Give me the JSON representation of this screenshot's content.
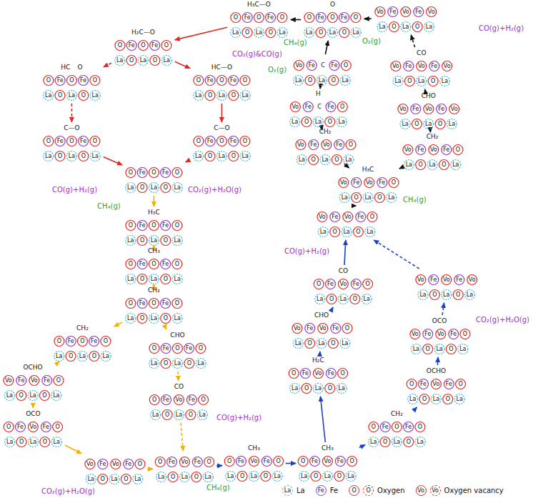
{
  "diagram": {
    "nodes": [
      {
        "text": [
          "H₃C—O",
          "O Fe O Fe O",
          "La O La O La"
        ]
      },
      {
        "text": [
          "H₂C—O",
          "O Fe O Fe O",
          "La O La O La"
        ]
      },
      {
        "text": [
          "HC",
          "O",
          "O Fe O Fe O",
          "La O La O La"
        ]
      },
      {
        "text": [
          "HC—O",
          "O Fe O Fe O",
          "La O La O La"
        ]
      },
      {
        "text": [
          "C—O",
          "O Fe O Fe O",
          "La O La O La"
        ]
      },
      {
        "text": [
          "C—O",
          "O Fe O Fe O",
          "La O La O La"
        ]
      },
      {
        "text": [
          "O Fe O Fe O",
          "La O La O La"
        ]
      },
      {
        "text": [
          "H₃C",
          "O Fe O Fe O",
          "La O La O La"
        ]
      },
      {
        "text": [
          "CH₃",
          "O Fe O Fe O",
          "La O La O La"
        ]
      },
      {
        "text": [
          "CH₂",
          "O Fe O Fe O",
          "La O La O La"
        ]
      },
      {
        "text": [
          "CH₂",
          "O Fe O Fe O",
          "La O La O La"
        ]
      },
      {
        "text": [
          "OCHO",
          "Vo Fe Vo Fe O",
          "La O La O La"
        ]
      },
      {
        "text": [
          "OCO",
          "O Fe Vo Fe O",
          "La O La O La"
        ]
      },
      {
        "text": [
          "Vo Fe Vo Fe O",
          "La O La O La"
        ]
      },
      {
        "text": [
          "CHO",
          "O Fe O Fe O",
          "La O La O La"
        ]
      },
      {
        "text": [
          "CO",
          "O Fe Vo Fe O",
          "La O La O La"
        ]
      },
      {
        "text": [
          "O Fe Vo Fe O",
          "La O La O La"
        ]
      },
      {
        "text": [
          "CH₃",
          "O Fe Vo Fe O",
          "La O La O La"
        ]
      },
      {
        "text": [
          "CH₃",
          "O Fe Vo Fe O",
          "La O La O La"
        ]
      },
      {
        "text": [
          "H₂C",
          "O Fe Vo Fe O",
          "La O La O La"
        ]
      },
      {
        "text": [
          "CHO",
          "Vo Fe Vo Fe O",
          "La O La O La"
        ]
      },
      {
        "text": [
          "CO",
          "O Fe Vo Fe O",
          "La O La O La"
        ]
      },
      {
        "text": [
          "Vo Fe Vo Fe O",
          "La O La O La"
        ]
      },
      {
        "text": [
          "H₃C",
          "Vo Fe Vo Fe O",
          "La O La O La"
        ]
      },
      {
        "text": [
          "CH₂",
          "Vo Fe Vo Fe O",
          "La O La O La"
        ]
      },
      {
        "text": [
          "H",
          "Vo Fe C Fe O",
          "La O La O La"
        ]
      },
      {
        "text": [
          "Vo Fe C Fe O",
          "La O La O La"
        ]
      },
      {
        "text": [
          "O",
          "O Fe O Fe O",
          "La O La O La"
        ]
      },
      {
        "text": [
          "Vo Fe Vo Fe Vo",
          "La O La O La"
        ]
      },
      {
        "text": [
          "CO",
          "Vo Fe Vo Fe Vo",
          "La O La O La"
        ]
      },
      {
        "text": [
          "CHO",
          "Vo Fe Vo Fe Vo",
          "La O La O La"
        ]
      },
      {
        "text": [
          "CH₂",
          "Vo Fe Vo Fe O",
          "La O La O La"
        ]
      },
      {
        "text": [
          "Vo Fe Vo Fe Vo",
          "La O La O La"
        ]
      },
      {
        "text": [
          "OCO",
          "Vo Fe Vo Fe O",
          "La O La O La"
        ]
      },
      {
        "text": [
          "OCHO",
          "O Fe Vo Fe O",
          "La O La O La"
        ]
      },
      {
        "text": [
          "CH₂",
          "O Fe O Fe O",
          "La O La O La"
        ]
      }
    ],
    "edges": [
      {
        "from": 0,
        "to": 1,
        "arrow": "to"
      },
      {
        "from": 1,
        "to": 2,
        "arrow": "to"
      },
      {
        "from": 1,
        "to": 3,
        "arrow": "to"
      },
      {
        "from": 2,
        "to": 4,
        "arrow": "to"
      },
      {
        "from": 3,
        "to": 5,
        "arrow": "to"
      },
      {
        "from": 4,
        "to": 6,
        "arrow": "to"
      },
      {
        "from": 5,
        "to": 6,
        "arrow": "to"
      },
      {
        "from": 6,
        "to": 7,
        "arrow": "to"
      },
      {
        "from": 7,
        "to": 8,
        "arrow": "to"
      },
      {
        "from": 8,
        "to": 9,
        "arrow": "to"
      },
      {
        "from": 9,
        "to": 10,
        "arrow": "to"
      },
      {
        "from": 9,
        "to": 14,
        "arrow": "to"
      },
      {
        "from": 10,
        "to": 11,
        "arrow": "to"
      },
      {
        "from": 11,
        "to": 12,
        "arrow": "to"
      },
      {
        "from": 12,
        "to": 13,
        "arrow": "to"
      },
      {
        "from": 13,
        "to": 16,
        "arrow": "to"
      },
      {
        "from": 14,
        "to": 15,
        "arrow": "to"
      },
      {
        "from": 15,
        "to": 16,
        "arrow": "to"
      },
      {
        "from": 16,
        "to": 17,
        "arrow": "to"
      },
      {
        "from": 17,
        "to": 18,
        "arrow": "to"
      },
      {
        "from": 18,
        "to": 19,
        "arrow": "to"
      },
      {
        "from": 19,
        "to": 20,
        "arrow": "to"
      },
      {
        "from": 20,
        "to": 21,
        "arrow": "to"
      },
      {
        "from": 21,
        "to": 22,
        "arrow": "to"
      },
      {
        "from": 18,
        "to": 35,
        "arrow": "to"
      },
      {
        "from": 35,
        "to": 34,
        "arrow": "to"
      },
      {
        "from": 34,
        "to": 33,
        "arrow": "to"
      },
      {
        "from": 33,
        "to": 32,
        "arrow": "to"
      },
      {
        "from": 32,
        "to": 22,
        "arrow": "to"
      },
      {
        "from": 22,
        "to": 23,
        "arrow": "to"
      },
      {
        "from": 23,
        "to": 24,
        "arrow": "to"
      },
      {
        "from": 24,
        "to": 25,
        "arrow": "to"
      },
      {
        "from": 25,
        "to": 26,
        "arrow": "to"
      },
      {
        "from": 26,
        "to": 27,
        "arrow": "to"
      },
      {
        "from": 23,
        "to": 31,
        "arrow": "to"
      },
      {
        "from": 31,
        "to": 30,
        "arrow": "to"
      },
      {
        "from": 30,
        "to": 29,
        "arrow": "to"
      },
      {
        "from": 29,
        "to": 28,
        "arrow": "to"
      },
      {
        "from": 28,
        "to": 27,
        "arrow": "to"
      },
      {
        "from": 27,
        "to": 0,
        "arrow": "to"
      }
    ],
    "labels": [
      "CO(g)+H₂(g)",
      "CO₂(g)+H₂O(g)",
      "CH₄(g)",
      "CO(g)+H₂(g)",
      "CO₂(g)+H₂O(g)",
      "CH₄(g)",
      "CO(g)+H₂(g)",
      "CO₂(g)+H₂O(g)",
      "CH₄(g)",
      "CO(g)+H₂(g)",
      "O₂(g)",
      "CH₄(g)",
      "CO₂(g)&CO(g)",
      "O₂(g)",
      "La",
      "Fe",
      "O",
      "O",
      "Vo",
      "Vo"
    ],
    "legend": [
      {
        "text": "La"
      },
      {
        "text": "Fe"
      },
      {
        "text": "Oxygen"
      },
      {
        "text": "Oxygen vacancy"
      }
    ]
  }
}
